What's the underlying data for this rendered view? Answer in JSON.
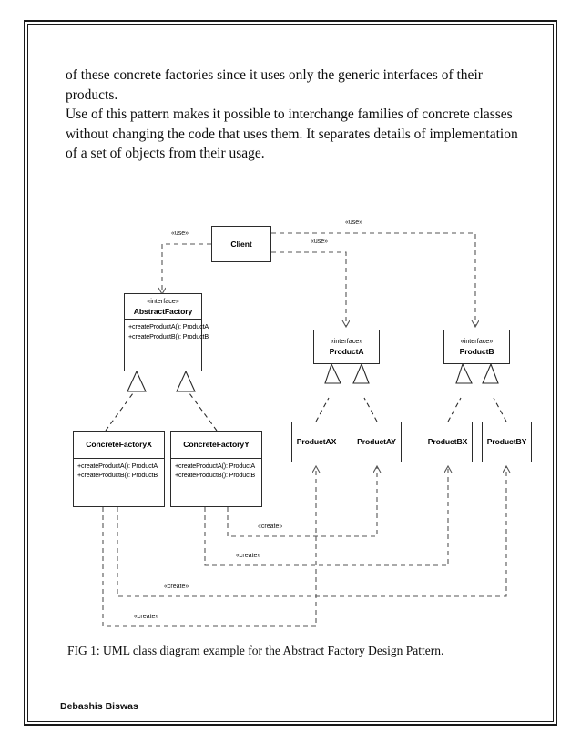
{
  "document": {
    "body_paragraphs": [
      "of these concrete factories since it uses only the generic interfaces of their products.",
      "Use of this pattern makes it possible to interchange families of concrete classes without changing the code that uses them. It separates details of implementation of a set of objects from their usage."
    ],
    "figure_caption": "FIG 1: UML class diagram example for the Abstract Factory Design Pattern.",
    "footer_author": "Debashis Biswas"
  },
  "diagram": {
    "stereotype_interface": "«interface»",
    "stereotype_use": "«use»",
    "stereotype_create": "«create»",
    "classes": {
      "client": {
        "name": "Client"
      },
      "abstract_factory": {
        "stereotype": "«interface»",
        "name": "AbstractFactory",
        "operations": [
          "+createProductA(): ProductA",
          "+createProductB(): ProductB"
        ]
      },
      "concrete_factory_x": {
        "name": "ConcreteFactoryX",
        "operations": [
          "+createProductA(): ProductA",
          "+createProductB(): ProductB"
        ]
      },
      "concrete_factory_y": {
        "name": "ConcreteFactoryY",
        "operations": [
          "+createProductA(): ProductA",
          "+createProductB(): ProductB"
        ]
      },
      "product_a": {
        "stereotype": "«interface»",
        "name": "ProductA"
      },
      "product_b": {
        "stereotype": "«interface»",
        "name": "ProductB"
      },
      "product_ax": {
        "name": "ProductAX"
      },
      "product_ay": {
        "name": "ProductAY"
      },
      "product_bx": {
        "name": "ProductBX"
      },
      "product_by": {
        "name": "ProductBY"
      }
    },
    "edge_labels": {
      "use_abstract_factory": "«use»",
      "use_product_a": "«use»",
      "use_product_b": "«use»",
      "create_1": "«create»",
      "create_2": "«create»",
      "create_3": "«create»",
      "create_4": "«create»"
    },
    "colors": {
      "line": "#2b2b2b",
      "dashed": "#555555",
      "box_fill": "#ffffff",
      "text": "#000000",
      "page_border": "#1a1a1a"
    }
  }
}
